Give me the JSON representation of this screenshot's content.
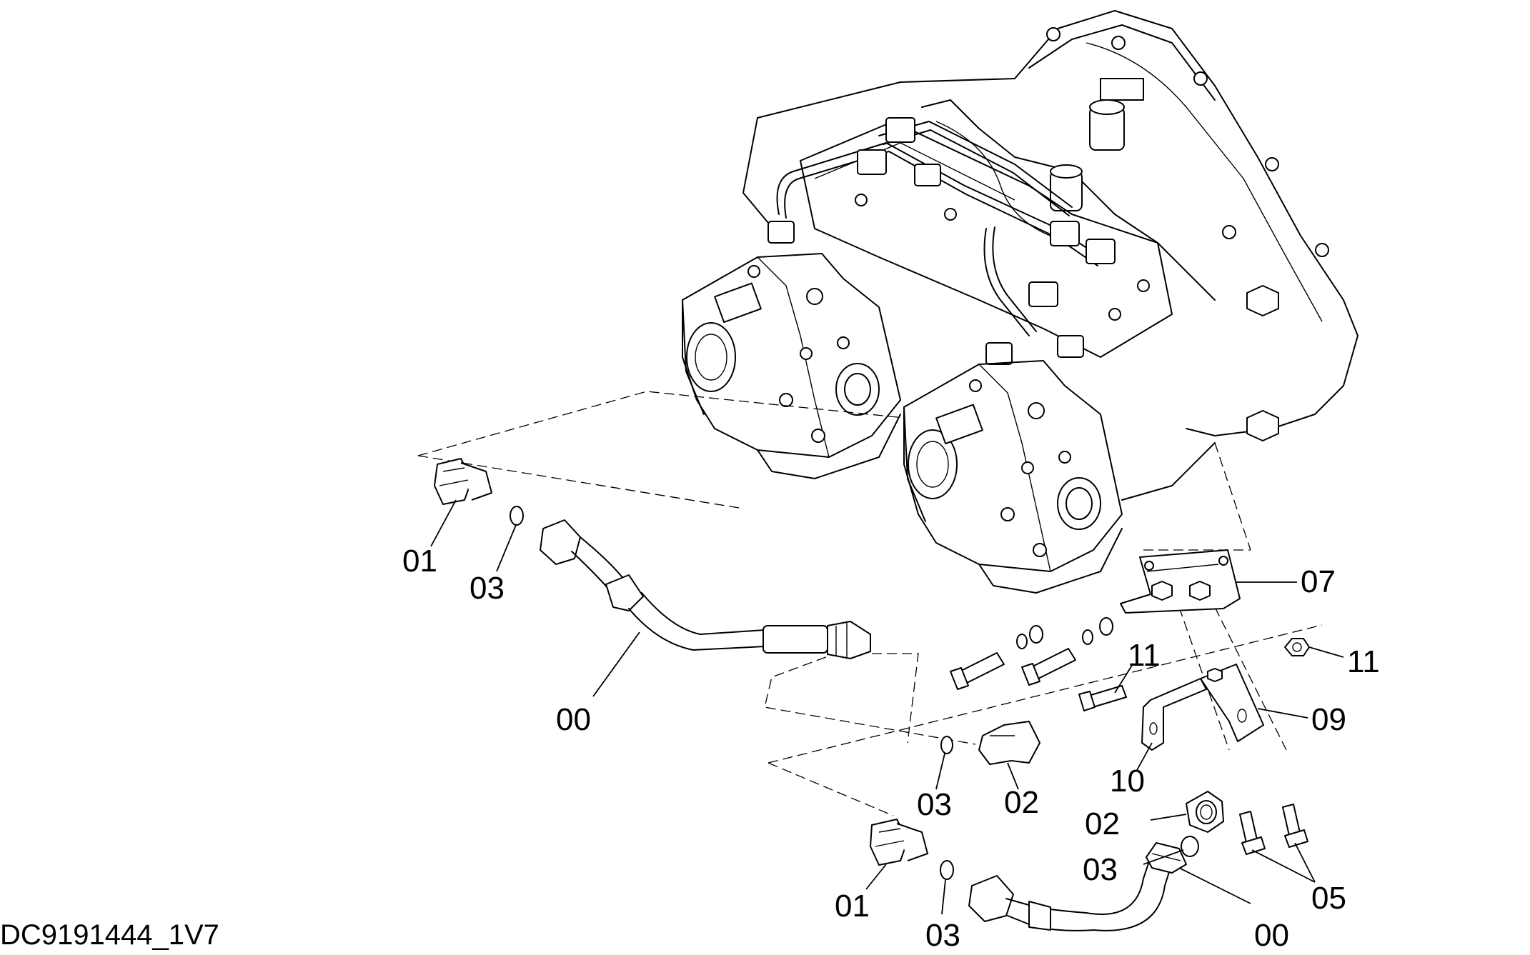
{
  "drawing": {
    "id": "DC9191444_1V7"
  },
  "labels": {
    "left_fitting": "01",
    "left_oring": "03",
    "left_hose": "00",
    "bracket_07": "07",
    "bolt_11_upper": "11",
    "nut_11_right": "11",
    "bracket_09": "09",
    "bracket_10": "10",
    "mid_oring": "03",
    "mid_adapter": "02",
    "lower_adapter": "02",
    "lower_oring_right": "03",
    "bolts_05": "05",
    "lower_fitting": "01",
    "lower_oring": "03",
    "lower_hose": "00"
  },
  "colors": {
    "ink": "#000000",
    "paper": "#ffffff"
  }
}
